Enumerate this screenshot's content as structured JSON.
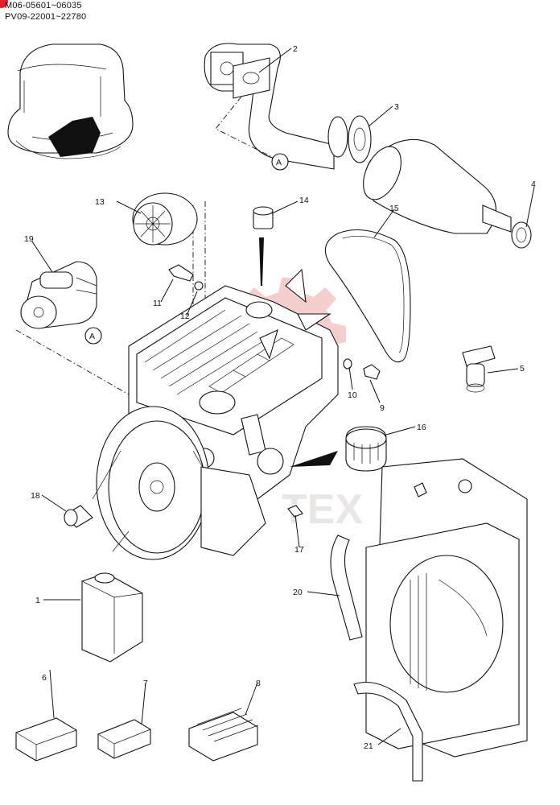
{
  "header": {
    "line1": "M06-05601~06035",
    "line2": "PV09-22001~22780"
  },
  "watermark": {
    "text": "TEX",
    "color": "#f2c2c2"
  },
  "accent_color": "#e0202a",
  "ref_marker": "A",
  "callouts": [
    {
      "id": "1",
      "label": "1"
    },
    {
      "id": "2",
      "label": "2"
    },
    {
      "id": "3",
      "label": "3"
    },
    {
      "id": "4",
      "label": "4"
    },
    {
      "id": "5",
      "label": "5"
    },
    {
      "id": "6",
      "label": "6"
    },
    {
      "id": "7",
      "label": "7"
    },
    {
      "id": "8",
      "label": "8"
    },
    {
      "id": "9",
      "label": "9"
    },
    {
      "id": "10",
      "label": "10"
    },
    {
      "id": "11",
      "label": "11"
    },
    {
      "id": "12",
      "label": "12"
    },
    {
      "id": "13",
      "label": "13"
    },
    {
      "id": "14",
      "label": "14"
    },
    {
      "id": "15",
      "label": "15"
    },
    {
      "id": "16",
      "label": "16"
    },
    {
      "id": "17",
      "label": "17"
    },
    {
      "id": "18",
      "label": "18"
    },
    {
      "id": "19",
      "label": "19"
    },
    {
      "id": "20",
      "label": "20"
    },
    {
      "id": "21",
      "label": "21"
    }
  ]
}
